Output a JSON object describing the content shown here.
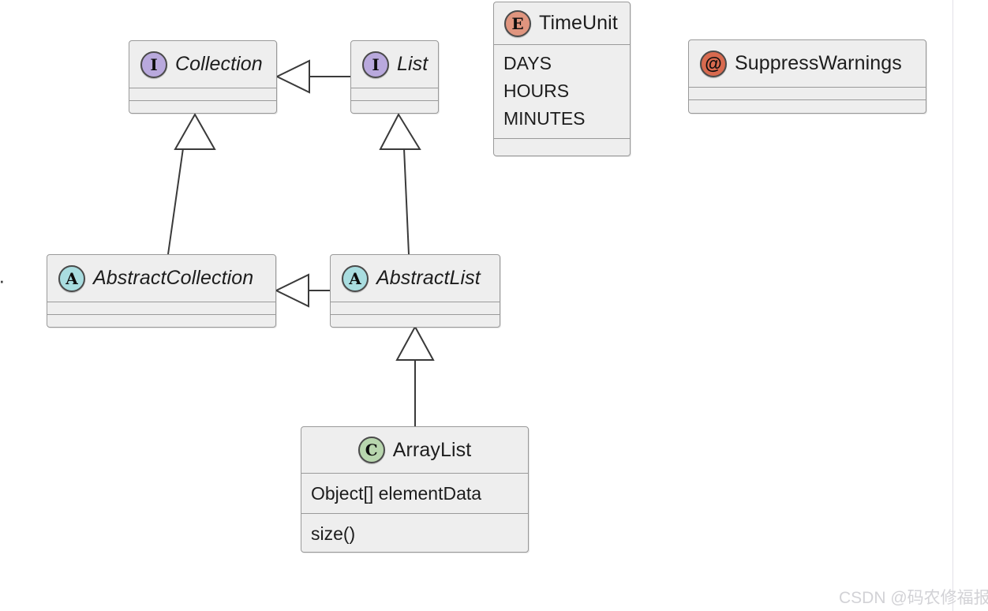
{
  "diagram": {
    "kind": "uml-class-diagram",
    "background": "#ffffff",
    "box_fill": "#eeeeee",
    "box_border": "#9a9a9a",
    "line_color": "#3a3a3a",
    "icon_colors": {
      "interface": "#b9a9dd",
      "abstract": "#a9dde0",
      "class": "#b8d6ae",
      "enum": "#e0957f",
      "annotation": "#d86a4f"
    }
  },
  "nodes": {
    "collection": {
      "name": "Collection",
      "stereotype": "interface",
      "icon_glyph": "I",
      "icon_name": "interface-icon",
      "italic": true,
      "fields": [],
      "methods": []
    },
    "list": {
      "name": "List",
      "stereotype": "interface",
      "icon_glyph": "I",
      "icon_name": "interface-icon",
      "italic": true,
      "fields": [],
      "methods": []
    },
    "timeunit": {
      "name": "TimeUnit",
      "stereotype": "enum",
      "icon_glyph": "E",
      "icon_name": "enum-icon",
      "italic": false,
      "constants": [
        "DAYS",
        "HOURS",
        "MINUTES"
      ],
      "methods": []
    },
    "suppresswarnings": {
      "name": "SuppressWarnings",
      "stereotype": "annotation",
      "icon_glyph": "@",
      "icon_name": "annotation-icon",
      "italic": false,
      "fields": [],
      "methods": []
    },
    "abstractcollection": {
      "name": "AbstractCollection",
      "stereotype": "abstract-class",
      "icon_glyph": "A",
      "icon_name": "abstract-class-icon",
      "italic": true,
      "fields": [],
      "methods": []
    },
    "abstractlist": {
      "name": "AbstractList",
      "stereotype": "abstract-class",
      "icon_glyph": "A",
      "icon_name": "abstract-class-icon",
      "italic": true,
      "fields": [],
      "methods": []
    },
    "arraylist": {
      "name": "ArrayList",
      "stereotype": "class",
      "icon_glyph": "C",
      "icon_name": "class-icon",
      "italic": false,
      "fields": [
        "Object[] elementData"
      ],
      "methods": [
        "size()"
      ]
    }
  },
  "relations": [
    {
      "id": "list-to-collection",
      "from": "List",
      "to": "Collection",
      "type": "generalization"
    },
    {
      "id": "abstractcollection-to-collection",
      "from": "AbstractCollection",
      "to": "Collection",
      "type": "generalization"
    },
    {
      "id": "abstractlist-to-list",
      "from": "AbstractList",
      "to": "List",
      "type": "generalization"
    },
    {
      "id": "abstractlist-to-abstractcollection",
      "from": "AbstractList",
      "to": "AbstractCollection",
      "type": "generalization"
    },
    {
      "id": "arraylist-to-abstractlist",
      "from": "ArrayList",
      "to": "AbstractList",
      "type": "generalization"
    }
  ],
  "watermark": {
    "text": "CSDN @码农修福报"
  },
  "edge_glyph": {
    "text": "·"
  }
}
